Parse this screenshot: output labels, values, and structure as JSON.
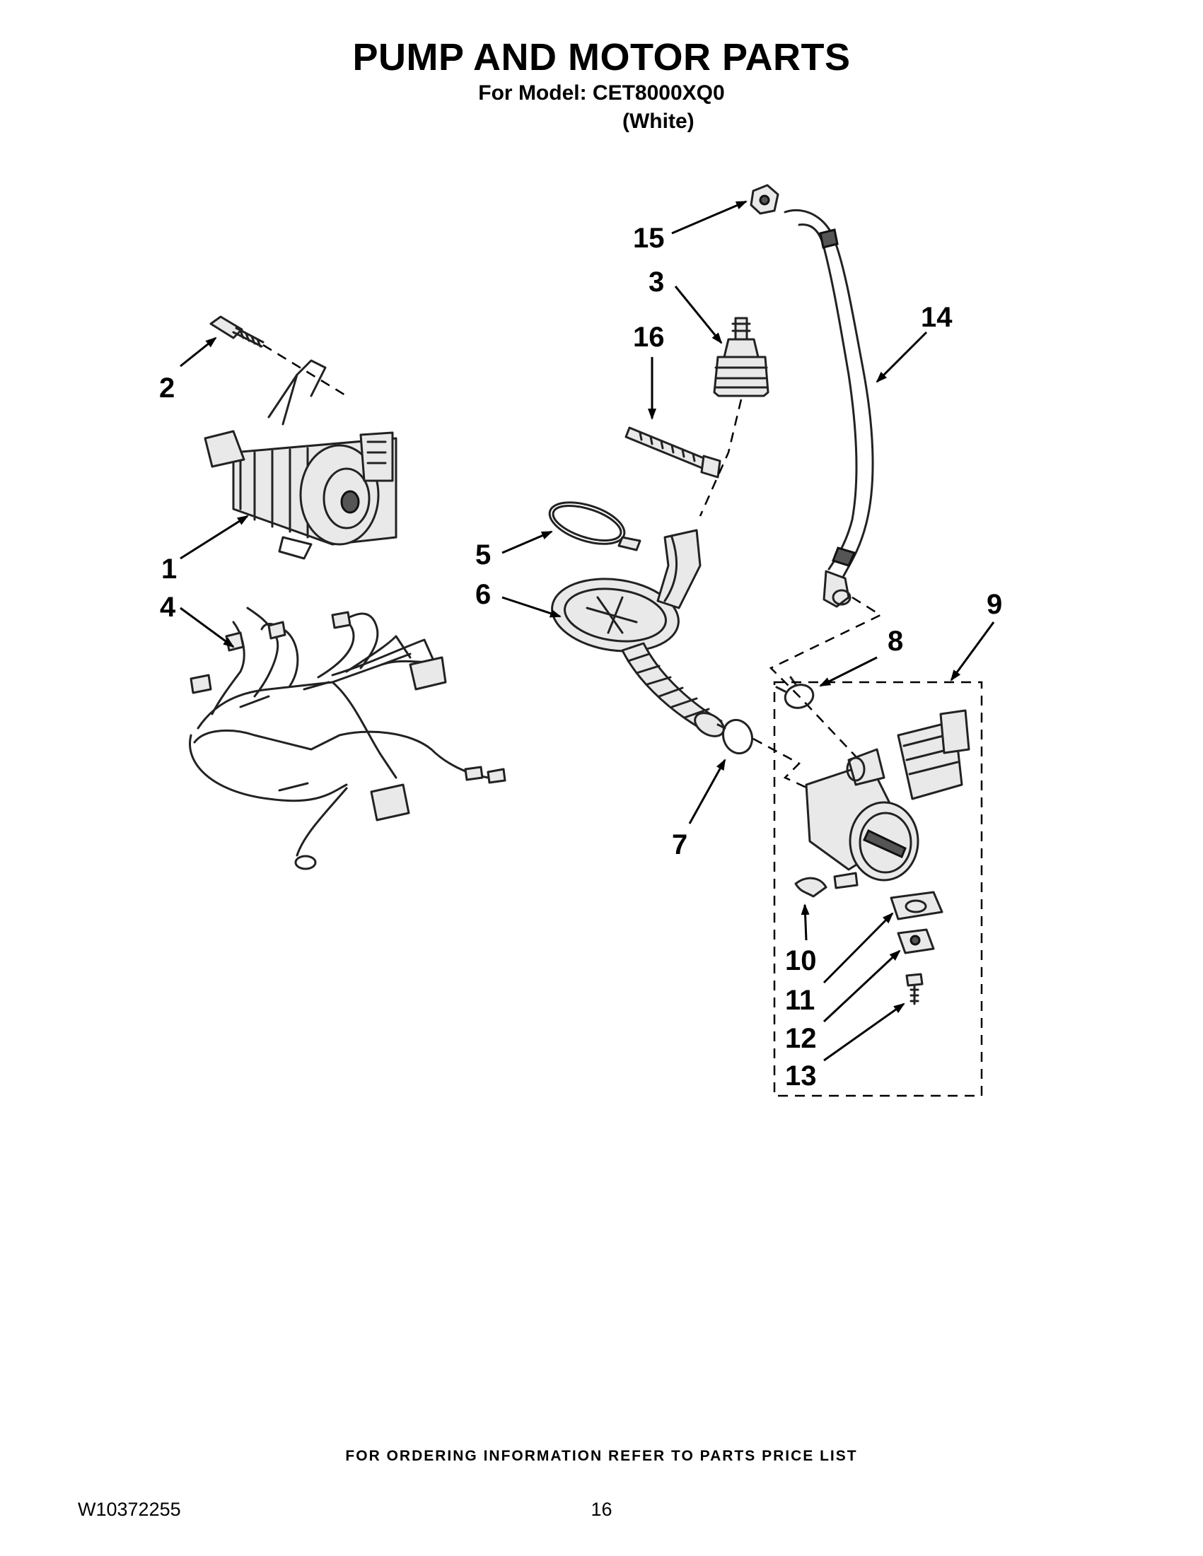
{
  "header": {
    "title": "PUMP AND MOTOR PARTS",
    "model_line": "For Model: CET8000XQ0",
    "color_line": "(White)"
  },
  "callouts": {
    "c1": "1",
    "c2": "2",
    "c3": "3",
    "c4": "4",
    "c5": "5",
    "c6": "6",
    "c7": "7",
    "c8": "8",
    "c9": "9",
    "c10": "10",
    "c11": "11",
    "c12": "12",
    "c13": "13",
    "c14": "14",
    "c15": "15",
    "c16": "16"
  },
  "footer": {
    "ordering_note": "FOR ORDERING INFORMATION REFER TO PARTS PRICE LIST",
    "document_number": "W10372255",
    "page_number": "16"
  }
}
